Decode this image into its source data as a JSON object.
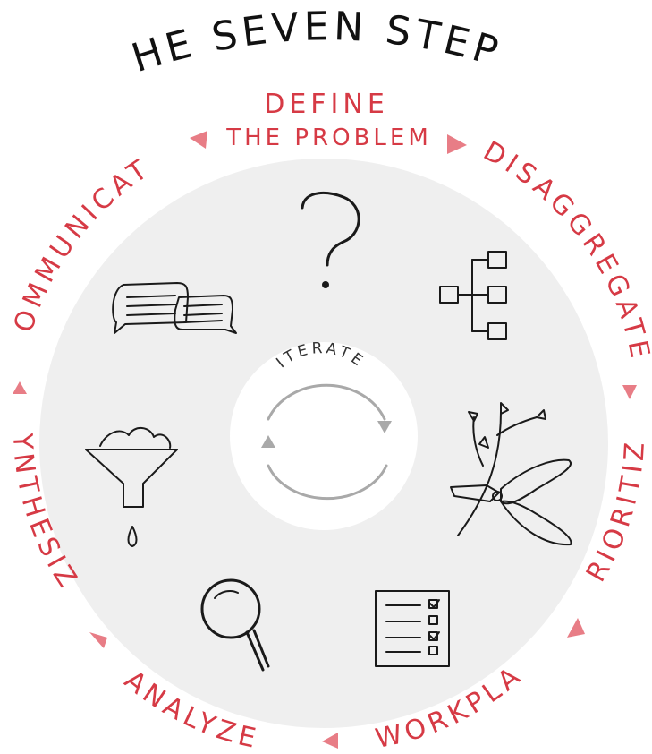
{
  "title": "THE SEVEN STEPS",
  "center_label": "ITERATE",
  "steps": [
    {
      "label_line1": "DEFINE",
      "label_line2": "THE PROBLEM",
      "icon": "question-mark-icon"
    },
    {
      "label": "DISAGGREGATE",
      "icon": "hierarchy-tree-icon"
    },
    {
      "label": "PRIORITIZE",
      "icon": "pruning-shears-icon"
    },
    {
      "label": "WORKPLAN",
      "icon": "checklist-icon"
    },
    {
      "label": "ANALYZE",
      "icon": "magnifying-glass-icon"
    },
    {
      "label": "SYNTHESIZE",
      "icon": "funnel-icon"
    },
    {
      "label": "COMMUNICATE",
      "icon": "speech-bubbles-icon"
    }
  ],
  "colors": {
    "accent": "#d63a45",
    "arrow": "#e87d86",
    "disc": "#efefef",
    "ink": "#1a1a1a",
    "cycle_arrow": "#a9a9a9"
  }
}
